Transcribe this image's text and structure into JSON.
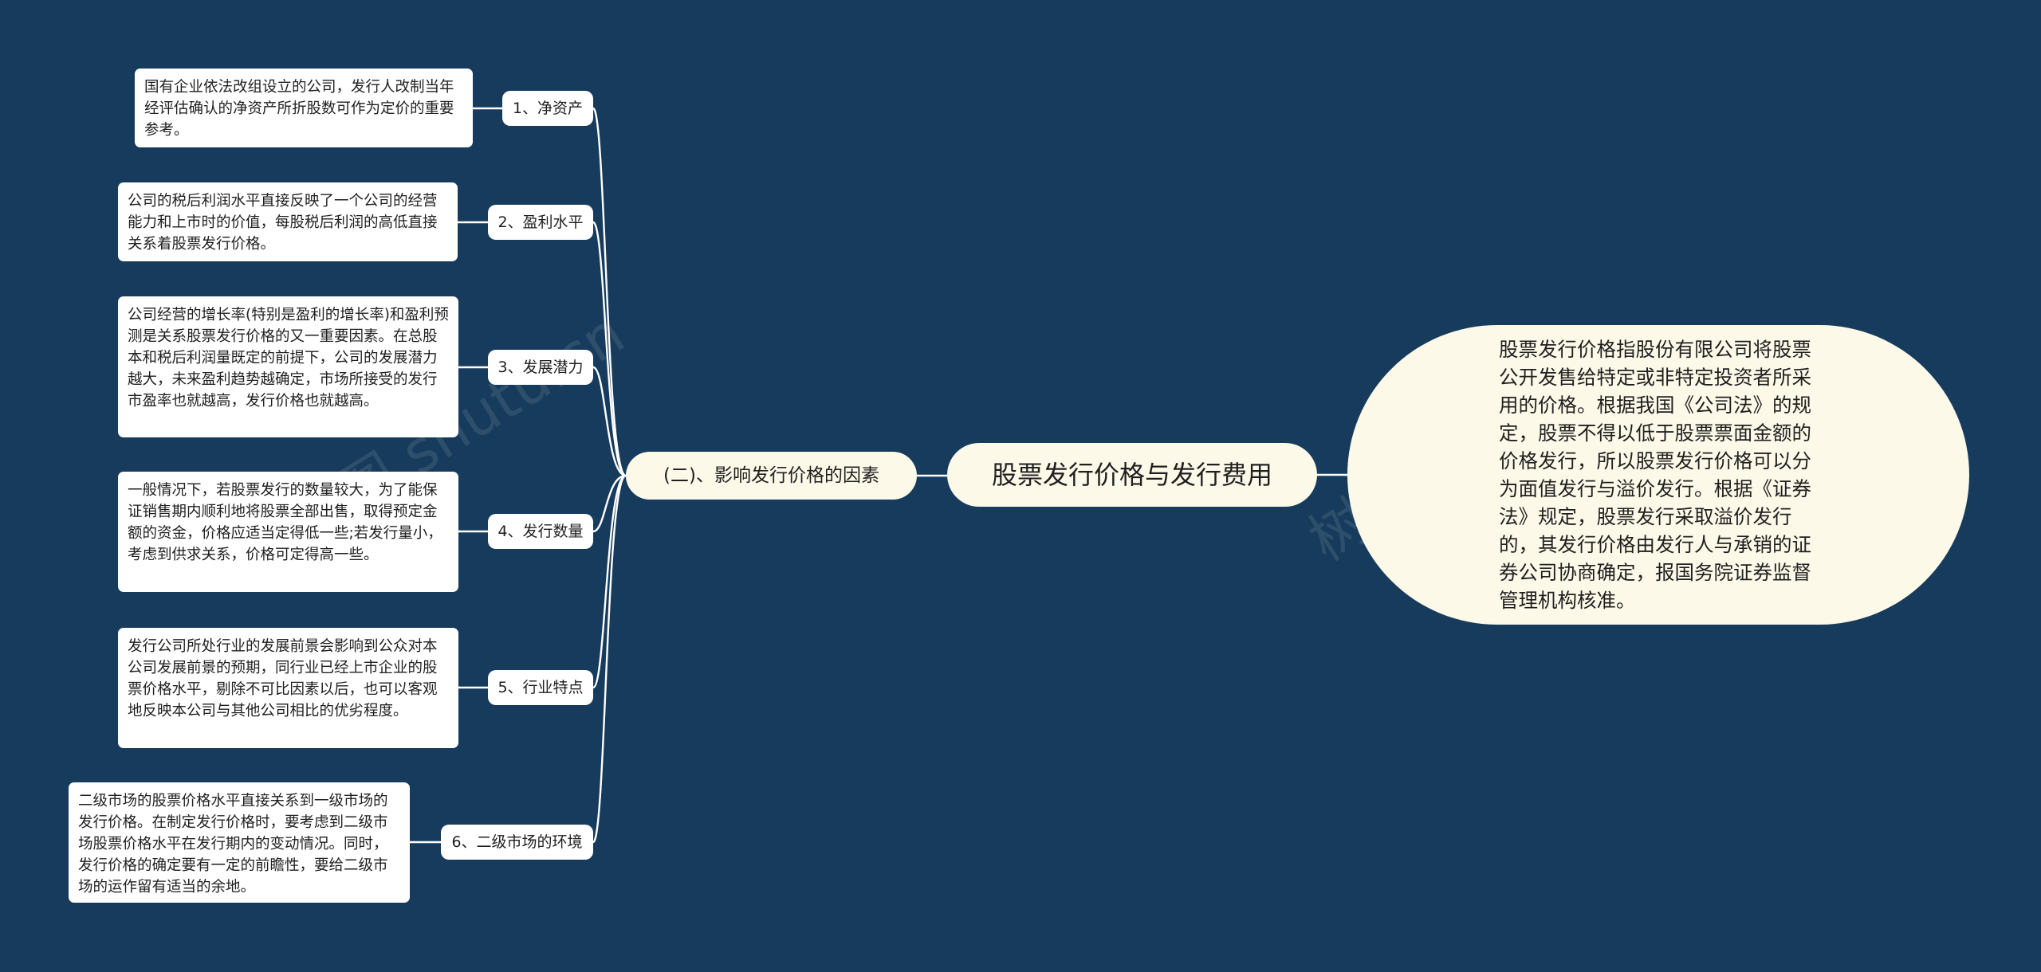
{
  "root": {
    "label": "股票发行价格与发行费用"
  },
  "description": {
    "text": "股票发行价格指股份有限公司将股票公开发售给特定或非特定投资者所采用的价格。根据我国《公司法》的规定，股票不得以低于股票票面金额的价格发行，所以股票发行价格可以分为面值发行与溢价发行。根据《证券法》规定，股票发行采取溢价发行的，其发行价格由发行人与承销的证券公司协商确定，报国务院证券监督管理机构核准。"
  },
  "section": {
    "label": "(二)、影响发行价格的因素"
  },
  "factors": [
    {
      "label": "1、净资产",
      "detail": "国有企业依法改组设立的公司，发行人改制当年经评估确认的净资产所折股数可作为定价的重要参考。"
    },
    {
      "label": "2、盈利水平",
      "detail": "公司的税后利润水平直接反映了一个公司的经营能力和上市时的价值，每股税后利润的高低直接关系着股票发行价格。"
    },
    {
      "label": "3、发展潜力",
      "detail": "公司经营的增长率(特别是盈利的增长率)和盈利预测是关系股票发行价格的又一重要因素。在总股本和税后利润量既定的前提下，公司的发展潜力越大，未来盈利趋势越确定，市场所接受的发行市盈率也就越高，发行价格也就越高。"
    },
    {
      "label": "4、发行数量",
      "detail": "一般情况下，若股票发行的数量较大，为了能保证销售期内顺利地将股票全部出售，取得预定金额的资金，价格应适当定得低一些;若发行量小，考虑到供求关系，价格可定得高一些。"
    },
    {
      "label": "5、行业特点",
      "detail": "发行公司所处行业的发展前景会影响到公众对本公司发展前景的预期，同行业已经上市企业的股票价格水平，剔除不可比因素以后，也可以客观地反映本公司与其他公司相比的优劣程度。"
    },
    {
      "label": "6、二级市场的环境",
      "detail": "二级市场的股票价格水平直接关系到一级市场的发行价格。在制定发行价格时，要考虑到二级市场股票价格水平在发行期内的变动情况。同时，发行价格的确定要有一定的前瞻性，要给二级市场的运作留有适当的余地。"
    }
  ]
}
